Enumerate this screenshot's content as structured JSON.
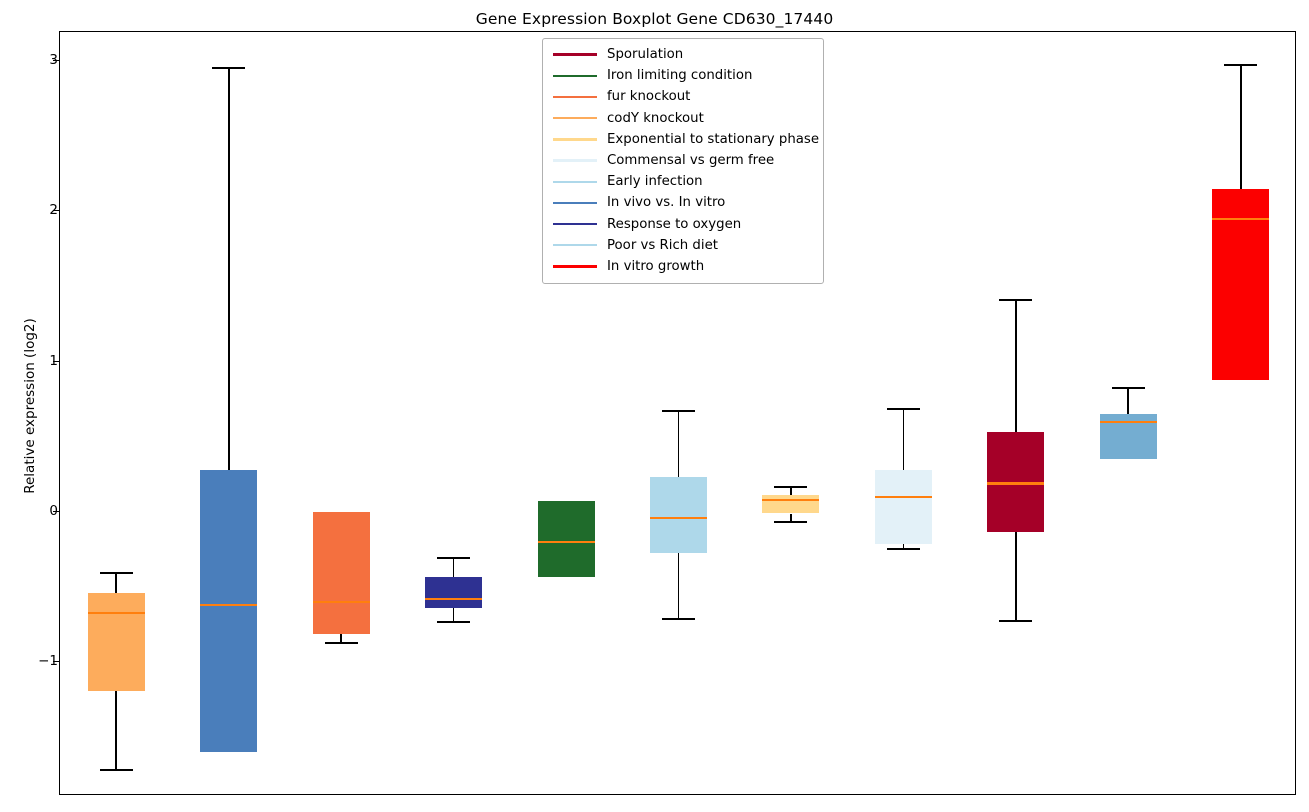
{
  "chart_data": {
    "type": "box",
    "title": "Gene Expression Boxplot Gene CD630_17440",
    "xlabel": "",
    "ylabel": "Relative expression (log2)",
    "ylim": [
      -2.05,
      3.25
    ],
    "yticks": [
      3,
      2,
      1,
      0,
      -1
    ],
    "ytick_labels": [
      "3",
      "2",
      "1",
      "0",
      "−1"
    ],
    "grid": false,
    "legend_position": "upper center",
    "median_color": "#ff7f0e",
    "whisker_color": "#000000",
    "boxes": [
      {
        "index": 1,
        "label": "codY knockout",
        "color": "#fdac5c",
        "whisker_high": -0.4,
        "q3": -0.54,
        "median": -0.67,
        "q1": -1.19,
        "whisker_low": -1.72
      },
      {
        "index": 2,
        "label": "In vivo vs. In vitro",
        "color": "#4a7ebb",
        "whisker_high": 2.96,
        "q3": 0.28,
        "median": -0.62,
        "q1": -1.6,
        "whisker_low": -1.6
      },
      {
        "index": 3,
        "label": "fur knockout",
        "color": "#f4703f",
        "whisker_high": 0.0,
        "q3": 0.0,
        "median": -0.6,
        "q1": -0.81,
        "whisker_low": -0.88
      },
      {
        "index": 4,
        "label": "Response to oxygen",
        "color": "#2e3192",
        "whisker_high": -0.3,
        "q3": -0.43,
        "median": -0.58,
        "q1": -0.64,
        "whisker_low": -0.74
      },
      {
        "index": 5,
        "label": "Iron limiting condition",
        "color": "#1f6b2b",
        "whisker_high": 0.07,
        "q3": 0.07,
        "median": -0.2,
        "q1": -0.43,
        "whisker_low": -0.43
      },
      {
        "index": 6,
        "label": "Early infection",
        "color": "#aed8ea",
        "whisker_high": 0.68,
        "q3": 0.23,
        "median": -0.04,
        "q1": -0.27,
        "whisker_low": -0.72
      },
      {
        "index": 7,
        "label": "Exponential to stationary phase",
        "color": "#ffd88c",
        "whisker_high": 0.17,
        "q3": 0.11,
        "median": 0.08,
        "q1": -0.01,
        "whisker_low": -0.07
      },
      {
        "index": 8,
        "label": "Commensal vs germ free",
        "color": "#e3f1f8",
        "whisker_high": 0.69,
        "q3": 0.28,
        "median": 0.1,
        "q1": -0.21,
        "whisker_low": -0.25
      },
      {
        "index": 9,
        "label": "Sporulation",
        "color": "#a50028",
        "whisker_high": 1.42,
        "q3": 0.53,
        "median": 0.19,
        "q1": -0.13,
        "whisker_low": -0.73
      },
      {
        "index": 10,
        "label": "Poor vs Rich diet",
        "color": "#74add1",
        "whisker_high": 0.83,
        "q3": 0.65,
        "median": 0.6,
        "q1": 0.35,
        "whisker_low": 0.35
      },
      {
        "index": 11,
        "label": "In vitro growth",
        "color": "#fc0000",
        "whisker_high": 2.98,
        "q3": 2.15,
        "median": 1.95,
        "q1": 0.88,
        "whisker_low": 0.88
      }
    ],
    "legend": [
      {
        "label": "Sporulation",
        "color": "#a50028"
      },
      {
        "label": "Iron limiting condition",
        "color": "#1f6b2b"
      },
      {
        "label": "fur knockout",
        "color": "#f4703f"
      },
      {
        "label": "codY knockout",
        "color": "#fdac5c"
      },
      {
        "label": "Exponential to stationary phase",
        "color": "#ffd88c"
      },
      {
        "label": "Commensal vs germ free",
        "color": "#e3f1f8"
      },
      {
        "label": "Early infection",
        "color": "#aed8ea"
      },
      {
        "label": "In vivo vs. In vitro",
        "color": "#4a7ebb"
      },
      {
        "label": "Response to oxygen",
        "color": "#2e3192"
      },
      {
        "label": "Poor vs Rich diet",
        "color": "#aed8ea"
      },
      {
        "label": "In vitro growth",
        "color": "#fc0000"
      }
    ]
  }
}
